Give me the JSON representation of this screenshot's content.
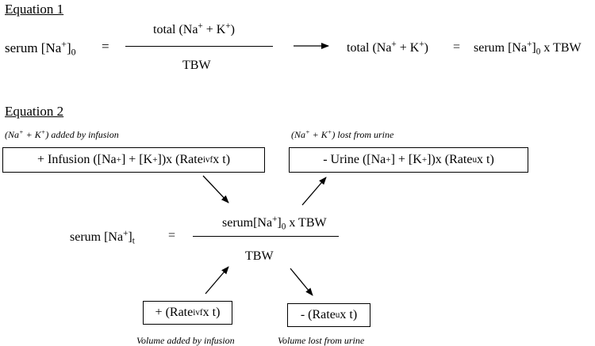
{
  "eq1": {
    "heading": "Equation 1",
    "lhs_base": "serum [Na",
    "lhs_sup": "+",
    "lhs_close": "]",
    "lhs_sub": "0",
    "equals": "=",
    "numerator_pre": "total (Na",
    "numerator_sup1": "+",
    "numerator_mid": " + K",
    "numerator_sup2": "+",
    "numerator_post": ")",
    "denominator": "TBW",
    "result_pre": "total (Na",
    "result_sup1": "+",
    "result_mid": " + K",
    "result_sup2": "+",
    "result_post": ")",
    "result_equals": "=",
    "result_rhs_pre": "serum [Na",
    "result_rhs_sup": "+",
    "result_rhs_close": "]",
    "result_rhs_sub": "0",
    "result_rhs_post": " x TBW"
  },
  "eq2": {
    "heading": "Equation 2",
    "label_added_pre": "(Na",
    "label_added_sup1": "+",
    "label_added_mid": " + K",
    "label_added_sup2": "+",
    "label_added_post": ") added by infusion",
    "label_lost_pre": "(Na",
    "label_lost_sup1": "+",
    "label_lost_mid": " + K",
    "label_lost_sup2": "+",
    "label_lost_post": ") lost from urine",
    "infusion_box": {
      "p1": "+ Infusion ([Na",
      "s1": "+",
      "p2": "] + [K",
      "s2": "+",
      "p3": "])x (Rate",
      "sub": "ivf",
      "p4": " x t)"
    },
    "urine_box": {
      "p1": "- Urine ([Na",
      "s1": "+",
      "p2": "] + [K",
      "s2": "+",
      "p3": "])x (Rate",
      "sub": "u",
      "p4": " x t)"
    },
    "lhs_base": "serum [Na",
    "lhs_sup": "+",
    "lhs_close": "]",
    "lhs_sub": "t",
    "equals": "=",
    "numerator_pre": "serum[Na",
    "numerator_sup": "+",
    "numerator_close": "]",
    "numerator_sub": "0",
    "numerator_post": " x TBW",
    "denominator": "TBW",
    "vol_added_box": {
      "p1": "+ (Rate",
      "sub": "ivf",
      "p2": " x t)"
    },
    "vol_lost_box": {
      "p1": "- (Rate",
      "sub": "u",
      "p2": " x t)"
    },
    "label_vol_added": "Volume added by infusion",
    "label_vol_lost": "Volume lost from urine"
  }
}
